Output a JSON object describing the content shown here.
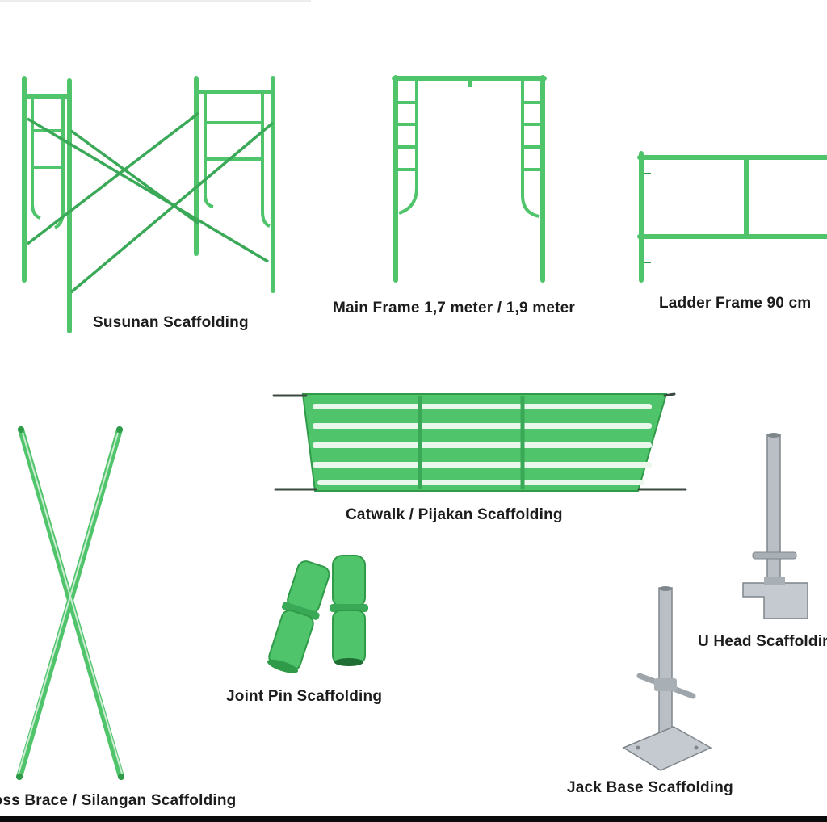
{
  "colors": {
    "frame_green": "#4fc46a",
    "frame_green_dark": "#2f9a48",
    "steel": "#b9bfc4",
    "steel_dark": "#7e868c",
    "background": "#ffffff",
    "label_text": "#1c1c1c"
  },
  "products": [
    {
      "id": "susunan",
      "label": "Susunan Scaffolding"
    },
    {
      "id": "main-frame",
      "label": "Main Frame 1,7 meter / 1,9 meter"
    },
    {
      "id": "ladder-frame",
      "label": "Ladder Frame 90 cm"
    },
    {
      "id": "catwalk",
      "label": "Catwalk / Pijakan Scaffolding"
    },
    {
      "id": "cross-brace",
      "label": "Cross Brace / Silangan Scaffolding"
    },
    {
      "id": "joint-pin",
      "label": "Joint Pin Scaffolding"
    },
    {
      "id": "u-head",
      "label": "U Head Scaffolding"
    },
    {
      "id": "jack-base",
      "label": "Jack Base Scaffolding"
    }
  ]
}
